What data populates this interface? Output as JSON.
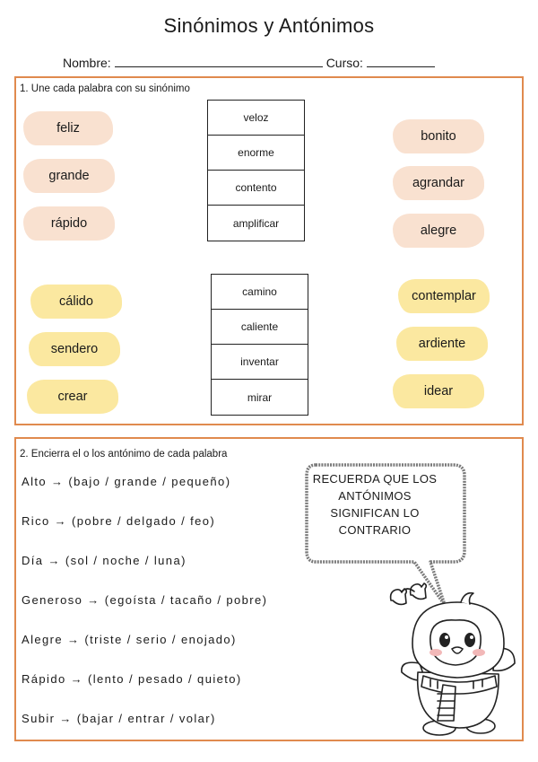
{
  "header": {
    "title": "Sinónimos y Antónimos",
    "name_label": "Nombre:",
    "course_label": "Curso:"
  },
  "section1": {
    "instruction": "1. Une cada palabra con su sinónimo",
    "group1": {
      "left": [
        "feliz",
        "grande",
        "rápido"
      ],
      "middle": [
        "veloz",
        "enorme",
        "contento",
        "amplificar"
      ],
      "right": [
        "bonito",
        "agrandar",
        "alegre"
      ]
    },
    "group2": {
      "left": [
        "cálido",
        "sendero",
        "crear"
      ],
      "middle": [
        "camino",
        "caliente",
        "inventar",
        "mirar"
      ],
      "right": [
        "contemplar",
        "ardiente",
        "idear"
      ]
    }
  },
  "section2": {
    "instruction": "2. Encierra el o los antónimo de cada palabra",
    "items": [
      "Alto → (bajo / grande / pequeño)",
      "Rico → (pobre / delgado / feo)",
      "Día → (sol / noche / luna)",
      "Generoso → (egoísta / tacaño / pobre)",
      "Alegre → (triste / serio / enojado)",
      "Rápido → (lento / pesado / quieto)",
      "Subir → (bajar / entrar / volar)"
    ],
    "bubble_lines": [
      "RECUERDA QUE LOS",
      "ANTÓNIMOS",
      "SIGNIFICAN LO",
      "CONTRARIO"
    ]
  },
  "colors": {
    "border": "#e08a4e",
    "peach": "#f9e1d0",
    "yellow": "#fbe8a0"
  },
  "icons": [
    "speech-bubble-icon",
    "penguin-mascot-icon",
    "mittens-icon"
  ]
}
